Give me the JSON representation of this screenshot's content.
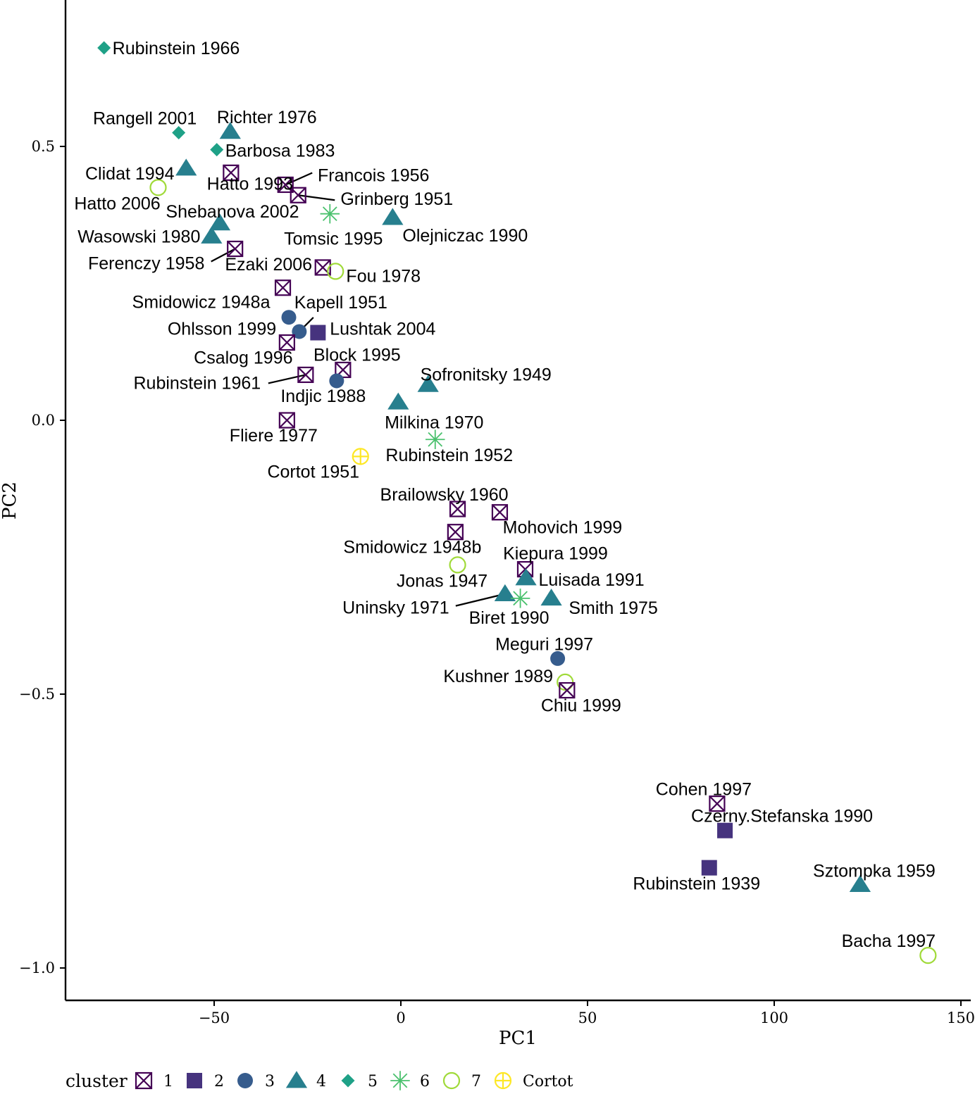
{
  "chart_data": {
    "type": "scatter",
    "xlabel": "PC1",
    "ylabel": "PC2",
    "xlim": [
      -90,
      152
    ],
    "ylim": [
      -1.06,
      0.765
    ],
    "x_ticks": [
      -50,
      0,
      50,
      100,
      150
    ],
    "y_ticks": [
      0.5,
      0.0,
      -0.5,
      -1.0
    ],
    "x_tick_labels": [
      "−50",
      "0",
      "50",
      "100",
      "150"
    ],
    "y_tick_labels": [
      "0.5",
      "0.0",
      "−0.5",
      "−1.0"
    ],
    "grid": false,
    "legend": {
      "title": "cluster",
      "position": "bottom",
      "entries": [
        {
          "key": "1",
          "label": "1",
          "color": "#440154",
          "shape": "square-x"
        },
        {
          "key": "2",
          "label": "2",
          "color": "#46337e",
          "shape": "square"
        },
        {
          "key": "3",
          "label": "3",
          "color": "#365c8d",
          "shape": "circle"
        },
        {
          "key": "4",
          "label": "4",
          "color": "#277f8e",
          "shape": "triangle"
        },
        {
          "key": "5",
          "label": "5",
          "color": "#1fa187",
          "shape": "diamond"
        },
        {
          "key": "6",
          "label": "6",
          "color": "#4ac16d",
          "shape": "asterisk"
        },
        {
          "key": "7",
          "label": "7",
          "color": "#a0da39",
          "shape": "open-circle"
        },
        {
          "key": "Cortot",
          "label": "Cortot",
          "color": "#fde725",
          "shape": "circle-plus"
        }
      ]
    },
    "points": [
      {
        "label": "Rubinstein 1966",
        "x": -79.5,
        "y": 0.68,
        "cluster": "5"
      },
      {
        "label": "Rangell 2001",
        "x": -59.5,
        "y": 0.525,
        "cluster": "5"
      },
      {
        "label": "Richter 1976",
        "x": -45.7,
        "y": 0.527,
        "cluster": "4"
      },
      {
        "label": "Barbosa 1983",
        "x": -49.3,
        "y": 0.494,
        "cluster": "5"
      },
      {
        "label": "Clidat 1994",
        "x": -57.5,
        "y": 0.46,
        "cluster": "4"
      },
      {
        "label": "Hatto 2006",
        "x": -65.0,
        "y": 0.425,
        "cluster": "7"
      },
      {
        "label": "Hatto 1993",
        "x": -45.5,
        "y": 0.452,
        "cluster": "1"
      },
      {
        "label": "Francois 1956",
        "x": -30.9,
        "y": 0.43,
        "cluster": "1"
      },
      {
        "label": "Grinberg 1951",
        "x": -27.5,
        "y": 0.411,
        "cluster": "1"
      },
      {
        "label": "Shebanova 2002",
        "x": -48.5,
        "y": 0.36,
        "cluster": "4"
      },
      {
        "label": "Tomsic 1995",
        "x": -19.0,
        "y": 0.377,
        "cluster": "6"
      },
      {
        "label": "Olejniczac 1990",
        "x": -2.2,
        "y": 0.37,
        "cluster": "4"
      },
      {
        "label": "Wasowski 1980",
        "x": -50.7,
        "y": 0.336,
        "cluster": "4"
      },
      {
        "label": "Ferenczy 1958",
        "x": -44.4,
        "y": 0.313,
        "cluster": "1"
      },
      {
        "label": "Ezaki 2006",
        "x": -20.9,
        "y": 0.279,
        "cluster": "1"
      },
      {
        "label": "Fou 1978",
        "x": -17.5,
        "y": 0.272,
        "cluster": "7"
      },
      {
        "label": "Smidowicz 1948a",
        "x": -31.6,
        "y": 0.242,
        "cluster": "1"
      },
      {
        "label": "Kapell 1951",
        "x": -27.2,
        "y": 0.162,
        "cluster": "3"
      },
      {
        "label": "Ohlsson 1999",
        "x": -30.0,
        "y": 0.188,
        "cluster": "3"
      },
      {
        "label": "Lushtak 2004",
        "x": -22.2,
        "y": 0.16,
        "cluster": "2"
      },
      {
        "label": "Csalog 1996",
        "x": -30.5,
        "y": 0.142,
        "cluster": "1"
      },
      {
        "label": "Block 1995",
        "x": -15.5,
        "y": 0.092,
        "cluster": "1"
      },
      {
        "label": "Rubinstein 1961",
        "x": -25.5,
        "y": 0.083,
        "cluster": "1"
      },
      {
        "label": "Indjic 1988",
        "x": -17.2,
        "y": 0.072,
        "cluster": "3"
      },
      {
        "label": "Sofronitsky 1949",
        "x": 7.3,
        "y": 0.065,
        "cluster": "4"
      },
      {
        "label": "Milkina 1970",
        "x": -0.7,
        "y": 0.033,
        "cluster": "4"
      },
      {
        "label": "Fliere 1977",
        "x": -30.5,
        "y": 0.0,
        "cluster": "1"
      },
      {
        "label": "Rubinstein 1952",
        "x": 9.2,
        "y": -0.035,
        "cluster": "6"
      },
      {
        "label": "Cortot 1951",
        "x": -10.8,
        "y": -0.066,
        "cluster": "Cortot"
      },
      {
        "label": "Brailowsky 1960",
        "x": 15.2,
        "y": -0.162,
        "cluster": "1"
      },
      {
        "label": "Mohovich 1999",
        "x": 26.5,
        "y": -0.168,
        "cluster": "1"
      },
      {
        "label": "Smidowicz 1948b",
        "x": 14.6,
        "y": -0.204,
        "cluster": "1"
      },
      {
        "label": "Jonas 1947",
        "x": 15.2,
        "y": -0.264,
        "cluster": "7"
      },
      {
        "label": "Kiepura 1999",
        "x": 33.3,
        "y": -0.272,
        "cluster": "1"
      },
      {
        "label": "Luisada 1991",
        "x": 33.5,
        "y": -0.288,
        "cluster": "4"
      },
      {
        "label": "Uninsky 1971",
        "x": 27.9,
        "y": -0.317,
        "cluster": "4"
      },
      {
        "label": "Biret 1990",
        "x": 32.0,
        "y": -0.325,
        "cluster": "6"
      },
      {
        "label": "Smith 1975",
        "x": 40.3,
        "y": -0.325,
        "cluster": "4"
      },
      {
        "label": "Meguri 1997",
        "x": 42.0,
        "y": -0.435,
        "cluster": "3"
      },
      {
        "label": "Kushner 1989",
        "x": 44.0,
        "y": -0.478,
        "cluster": "7"
      },
      {
        "label": "Chiu 1999",
        "x": 44.5,
        "y": -0.493,
        "cluster": "1"
      },
      {
        "label": "Cohen 1997",
        "x": 84.7,
        "y": -0.7,
        "cluster": "1"
      },
      {
        "label": "Czerny.Stefanska 1990",
        "x": 86.8,
        "y": -0.749,
        "cluster": "2"
      },
      {
        "label": "Rubinstein 1939",
        "x": 82.6,
        "y": -0.817,
        "cluster": "2"
      },
      {
        "label": "Sztompka 1959",
        "x": 123.0,
        "y": -0.848,
        "cluster": "4"
      },
      {
        "label": "Bacha 1997",
        "x": 141.2,
        "y": -0.977,
        "cluster": "7"
      }
    ]
  }
}
